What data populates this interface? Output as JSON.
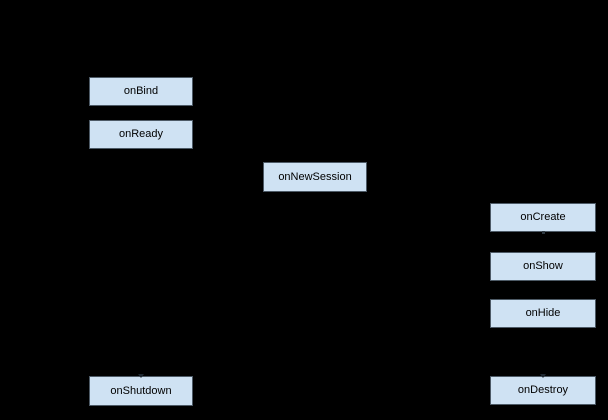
{
  "diagram": {
    "description": "Lifecycle callback diagram on transparent (black) background",
    "colors": {
      "background": "#000000",
      "node_fill": "#cfe2f3",
      "node_border": "#4d5a66",
      "node_text": "#000000",
      "arrowhead": "#1e2730"
    },
    "nodes": [
      {
        "label": "onBind"
      },
      {
        "label": "onReady"
      },
      {
        "label": "onNewSession"
      },
      {
        "label": "onCreate"
      },
      {
        "label": "onShow"
      },
      {
        "label": "onHide"
      },
      {
        "label": "onShutdown"
      },
      {
        "label": "onDestroy"
      }
    ]
  }
}
